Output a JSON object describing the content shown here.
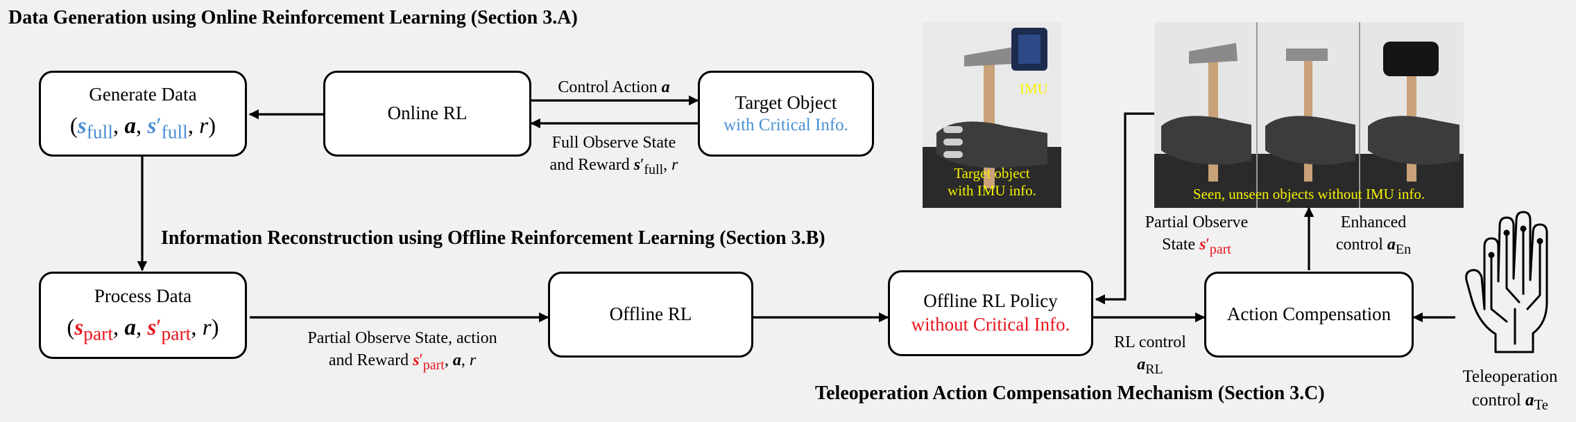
{
  "sections": {
    "online": "Data Generation using Online Reinforcement Learning (Section 3.A)",
    "offline": "Information Reconstruction using Offline Reinforcement Learning (Section 3.B)",
    "teleop": "Teleoperation Action Compensation Mechanism (Section 3.C)"
  },
  "boxes": {
    "generate_data": "Generate Data",
    "online_rl": "Online RL",
    "target_object": "Target Object",
    "target_object_sub": "with Critical Info.",
    "process_data": "Process Data",
    "offline_rl": "Offline RL",
    "offline_policy": "Offline RL Policy",
    "offline_policy_sub": "without Critical Info.",
    "action_compensation": "Action Compensation"
  },
  "symbols": {
    "s": "s",
    "a": "a",
    "r": "r",
    "prime": "′",
    "full": "full",
    "part": "part",
    "rl": "RL",
    "en": "En",
    "te": "Te"
  },
  "edges": {
    "control_action": "Control Action",
    "full_observe_1": "Full Observe State",
    "full_observe_2": "and Reward",
    "partial_obs_action_1": "Partial Observe State, action",
    "partial_obs_action_2": "and Reward",
    "rl_control": "RL control",
    "partial_observe": "Partial Observe",
    "state": "State",
    "enhanced": "Enhanced",
    "control": "control",
    "teleoperation": "Teleoperation"
  },
  "photos": {
    "imu": "IMU",
    "target_caption_1": "Target object",
    "target_caption_2": "with IMU info.",
    "objects_caption": "Seen, unseen objects without IMU info."
  },
  "colors": {
    "full_state": "#4a8fd4",
    "partial_state": "#e8141c",
    "photo_caption": "#f7f200"
  }
}
